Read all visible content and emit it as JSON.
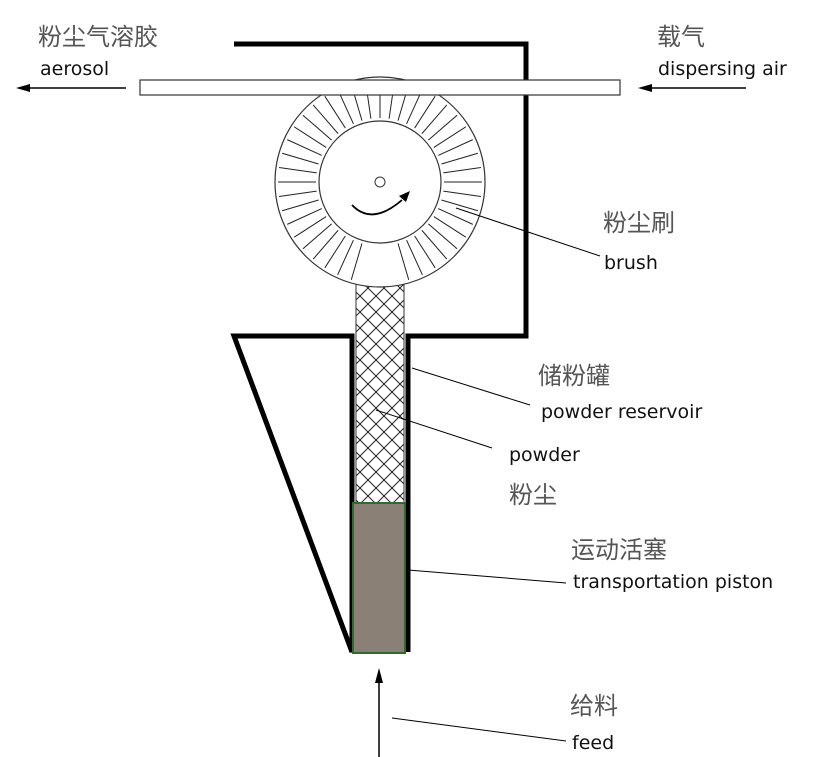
{
  "labels": {
    "aerosol_cn": "粉尘气溶胶",
    "aerosol_en": "aerosol",
    "carrier_cn": "载气",
    "carrier_en": "dispersing air",
    "brush_cn": "粉尘刷",
    "brush_en": "brush",
    "reservoir_cn": "储粉罐",
    "reservoir_en": "powder reservoir",
    "powder_en": "powder",
    "powder_cn": "粉尘",
    "piston_cn": "运动活塞",
    "piston_en": "transportation piston",
    "feed_cn": "给料",
    "feed_en": "feed"
  },
  "colors": {
    "outline": "#000000",
    "piston_fill": "#8b8075",
    "piston_border": "#2e6b2e",
    "cn_text": "#555555",
    "en_text": "#111111"
  }
}
